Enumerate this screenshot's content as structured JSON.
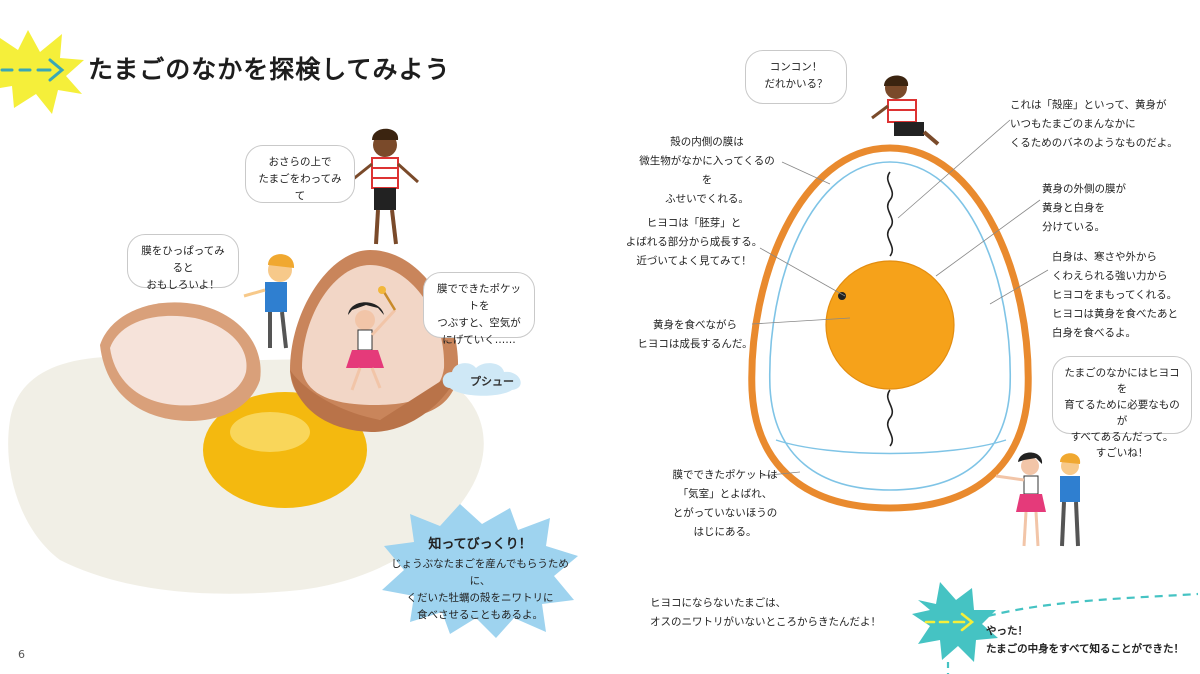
{
  "left_page": {
    "title": "たまごのなかを探検してみよう",
    "page_number": "6",
    "bubbles": {
      "plate": [
        "おさらの上で",
        "たまごをわってみて"
      ],
      "membrane": [
        "膜をひっぱってみると",
        "おもしろいよ！"
      ],
      "pocket": [
        "膜でできたポケットを",
        "つぶすと、空気が",
        "にげていく……"
      ]
    },
    "sound_effect": "プシュー",
    "fact_box": {
      "heading": "知ってびっくり！",
      "lines": [
        "じょうぶなたまごを産んでもらうために、",
        "くだいた牡蠣の殻をニワトリに",
        "食べさせることもあるよ。"
      ]
    }
  },
  "right_page": {
    "knock_bubble": [
      "コンコン！",
      "だれかいる？"
    ],
    "labels": {
      "chalaza": [
        "これは「殻座」といって、黄身が",
        "いつもたまごのまんなかに",
        "くるためのバネのようなものだよ。"
      ],
      "inner_membrane": [
        "殻の内側の膜は",
        "微生物がなかに入ってくるのを",
        "ふせいでくれる。"
      ],
      "germ": [
        "ヒヨコは「胚芽」と",
        "よばれる部分から成長する。",
        "近づいてよく見てみて！"
      ],
      "yolk_membrane": [
        "黄身の外側の膜が",
        "黄身と白身を",
        "分けている。"
      ],
      "white": [
        "白身は、寒さや外から",
        "くわえられる強い力から",
        "ヒヨコをまもってくれる。",
        "ヒヨコは黄身を食べたあと",
        "白身を食べるよ。"
      ],
      "yolk": [
        "黄身を食べながら",
        "ヒヨコは成長するんだ。"
      ],
      "air_cell": [
        "膜でできたポケットは",
        "「気室」とよばれ、",
        "とがっていないほうの",
        "はじにある。"
      ],
      "unfertilized": [
        "ヒヨコにならないたまごは、",
        "オスのニワトリがいないところからきたんだよ！"
      ]
    },
    "wow_bubble": [
      "たまごのなかにはヒヨコを",
      "育てるために必要なものが",
      "すべてあるんだって。",
      "すごいね！"
    ],
    "done_text": [
      "やった！",
      "たまごの中身をすべて知ることができた！"
    ]
  },
  "colors": {
    "title_burst": "#f5ef3a",
    "arrow": "#3aa7b6",
    "shell_outline": "#e98a2e",
    "inner_membrane": "#7fc4e6",
    "yolk": "#f6a21a",
    "fact_burst": "#9ed3ef",
    "done_burst": "#45c3c3"
  }
}
